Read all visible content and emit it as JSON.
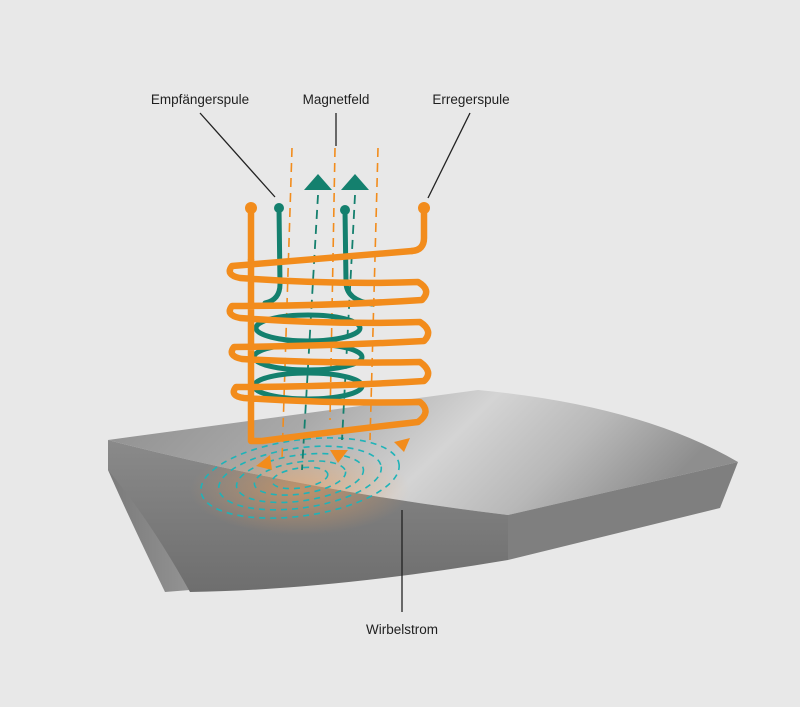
{
  "labels": {
    "receiver_coil": "Empfängerspule",
    "magnetic_field": "Magnetfeld",
    "excitation_coil": "Erregerspule",
    "eddy_current": "Wirbelstrom"
  },
  "colors": {
    "background": "#e8e8e8",
    "excitation_coil": "#f28c1c",
    "receiver_coil": "#14806e",
    "eddy_current": "#1fb3b8",
    "field_arrow": "#14806e",
    "field_dashes_orange": "#f28c1c",
    "workpiece": "#9a9a9a",
    "leader_line": "#222222"
  }
}
